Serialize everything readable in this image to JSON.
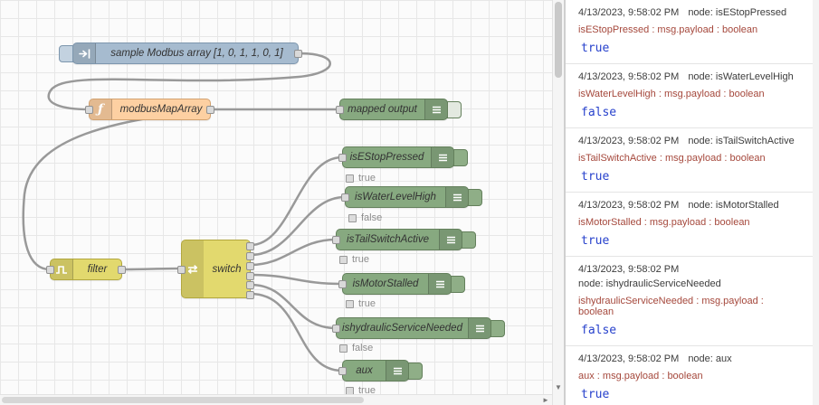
{
  "canvas": {
    "nodes": {
      "inject": {
        "label": "sample Modbus array [1, 0, 1, 1, 0, 1]"
      },
      "function": {
        "label": "modbusMapArray"
      },
      "mapped_output": {
        "label": "mapped output"
      },
      "filter": {
        "label": "filter"
      },
      "switch": {
        "label": "switch"
      }
    },
    "debug_nodes": [
      {
        "label": "isEStopPressed",
        "status": "true"
      },
      {
        "label": "isWaterLevelHigh",
        "status": "false"
      },
      {
        "label": "isTailSwitchActive",
        "status": "true"
      },
      {
        "label": "isMotorStalled",
        "status": "true"
      },
      {
        "label": "ishydraulicServiceNeeded",
        "status": "false"
      },
      {
        "label": "aux",
        "status": "true"
      }
    ],
    "colors": {
      "inject_node": "#a6bbcf",
      "function_node": "#fdd0a2",
      "debug_node": "#87a980",
      "switch_filter_node": "#e2d96e",
      "wire": "#999999"
    },
    "scroll": {
      "down_arrow": "▼",
      "right_arrow": "►"
    }
  },
  "debug_panel": {
    "value_color": "#2741cc",
    "path_color": "#a5483c",
    "messages": [
      {
        "timestamp": "4/13/2023, 9:58:02 PM",
        "node": "node: isEStopPressed",
        "path": "isEStopPressed : msg.payload : boolean",
        "value": "true"
      },
      {
        "timestamp": "4/13/2023, 9:58:02 PM",
        "node": "node: isWaterLevelHigh",
        "path": "isWaterLevelHigh : msg.payload : boolean",
        "value": "false"
      },
      {
        "timestamp": "4/13/2023, 9:58:02 PM",
        "node": "node: isTailSwitchActive",
        "path": "isTailSwitchActive : msg.payload : boolean",
        "value": "true"
      },
      {
        "timestamp": "4/13/2023, 9:58:02 PM",
        "node": "node: isMotorStalled",
        "path": "isMotorStalled : msg.payload : boolean",
        "value": "true"
      },
      {
        "timestamp": "4/13/2023, 9:58:02 PM",
        "node": "node: ishydraulicServiceNeeded",
        "path": "ishydraulicServiceNeeded : msg.payload : boolean",
        "value": "false"
      },
      {
        "timestamp": "4/13/2023, 9:58:02 PM",
        "node": "node: aux",
        "path": "aux : msg.payload : boolean",
        "value": "true"
      }
    ]
  }
}
